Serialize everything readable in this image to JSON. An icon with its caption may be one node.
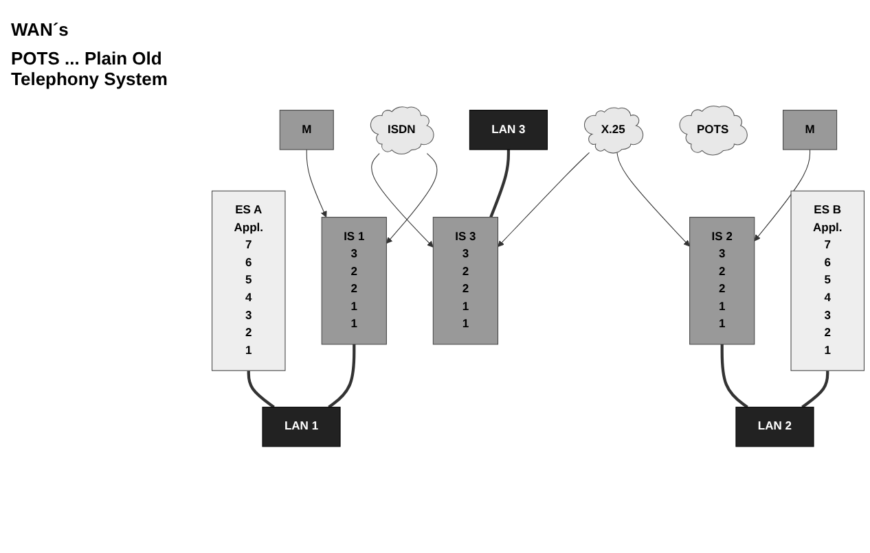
{
  "diagram": {
    "nodes": [
      {
        "text": [
          "LAN 3"
        ]
      },
      {
        "text": [
          "IS 3",
          "3",
          "2",
          "2",
          "1",
          "1"
        ]
      },
      {
        "text": [
          "ES A",
          "Appl.",
          "7",
          "6",
          "5",
          "4",
          "3",
          "2",
          "1"
        ]
      },
      {
        "text": [
          "ISDN"
        ]
      },
      {
        "text": [
          "X.25"
        ]
      },
      {
        "text": [
          "ES B",
          "Appl.",
          "7",
          "6",
          "5",
          "4",
          "3",
          "2",
          "1"
        ]
      },
      {
        "text": [
          "IS 1",
          "3",
          "2",
          "2",
          "1",
          "1"
        ]
      },
      {
        "text": [
          "IS 2",
          "3",
          "2",
          "2",
          "1",
          "1"
        ]
      },
      {
        "text": [
          "M"
        ]
      },
      {
        "text": [
          "POTS"
        ]
      },
      {
        "text": [
          "M"
        ]
      },
      {
        "text": [
          "LAN 1"
        ]
      },
      {
        "text": [
          "LAN 2"
        ]
      }
    ],
    "edges": [
      {
        "from": 1,
        "to": 0,
        "arrow": "none",
        "style": "thick"
      },
      {
        "from": 3,
        "to": 1,
        "arrow": "to"
      },
      {
        "from": 4,
        "to": 1,
        "arrow": "to"
      },
      {
        "from": 3,
        "to": 6,
        "arrow": "to"
      },
      {
        "from": 4,
        "to": 7,
        "arrow": "to"
      },
      {
        "from": 8,
        "to": 6,
        "arrow": "to"
      },
      {
        "from": 10,
        "to": 7,
        "arrow": "to"
      },
      {
        "from": 2,
        "to": 11,
        "arrow": "none",
        "style": "thick"
      },
      {
        "from": 6,
        "to": 11,
        "arrow": "none",
        "style": "thick"
      },
      {
        "from": 7,
        "to": 12,
        "arrow": "none",
        "style": "thick"
      },
      {
        "from": 5,
        "to": 12,
        "arrow": "none",
        "style": "thick"
      }
    ],
    "labels": [
      "WAN´s",
      "POTS ... Plain Old Telephony System"
    ]
  }
}
